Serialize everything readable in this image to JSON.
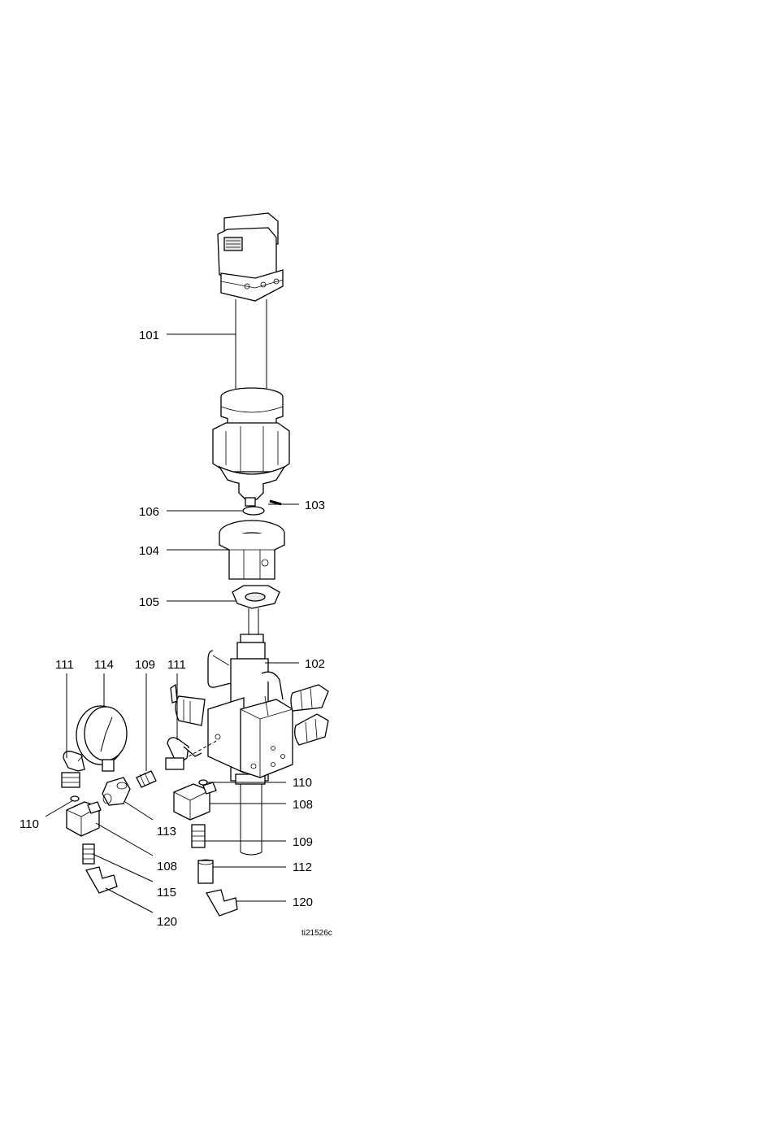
{
  "figure_id": "ti21526c",
  "callouts": {
    "c101": "101",
    "c103": "103",
    "c106": "106",
    "c104": "104",
    "c105": "105",
    "c102": "102",
    "c111a": "111",
    "c114": "114",
    "c109a": "109",
    "c111b": "111",
    "c110a": "110",
    "c110b": "110",
    "c108a": "108",
    "c113": "113",
    "c109b": "109",
    "c108b": "108",
    "c112": "112",
    "c115": "115",
    "c120a": "120",
    "c120b": "120"
  }
}
